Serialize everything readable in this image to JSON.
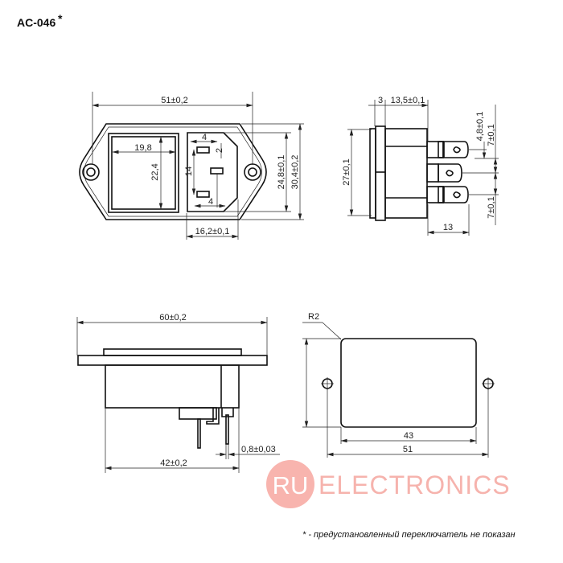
{
  "title": "AC-046",
  "title_mark": "*",
  "front_view": {
    "width_total": "51±0,2",
    "switch_width": "19,8",
    "switch_height": "22,4",
    "pin_width_top": "4",
    "pin_height": "2",
    "pin_spacing": "14",
    "pin_width_bottom": "4",
    "socket_height": "24,8±0,1",
    "body_height": "30,4±0,2",
    "socket_width": "16,2±0,1"
  },
  "side_view": {
    "flange_thickness": "3",
    "body_depth": "13,5±0,1",
    "height": "27±0,1",
    "terminal_length": "13",
    "terminal_offset": "4,8±0,1",
    "terminal_pitch_top": "7±0,1",
    "terminal_pitch_bottom": "7±0,1"
  },
  "bottom_view": {
    "width_total": "60±0,2",
    "body_width": "42±0,2",
    "terminal_thickness": "0,8±0,03"
  },
  "cutout_view": {
    "radius": "R2",
    "cutout_width": "43",
    "hole_spacing": "51"
  },
  "watermark": {
    "badge": "RU",
    "text": "ELECTRONICS",
    "color": "#f6b3ad"
  },
  "footnote": "* - предустановленный переключатель не показан"
}
